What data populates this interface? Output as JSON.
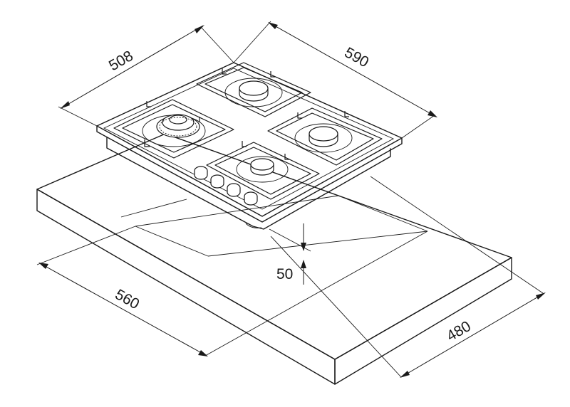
{
  "dimensions": {
    "hob_depth": "508",
    "hob_width": "590",
    "cutout_width": "560",
    "cutout_depth": "480",
    "hob_height": "50"
  },
  "burners": [
    "wok-burner",
    "rear-right-burner",
    "right-burner",
    "front-burner"
  ],
  "knob_count": 4
}
